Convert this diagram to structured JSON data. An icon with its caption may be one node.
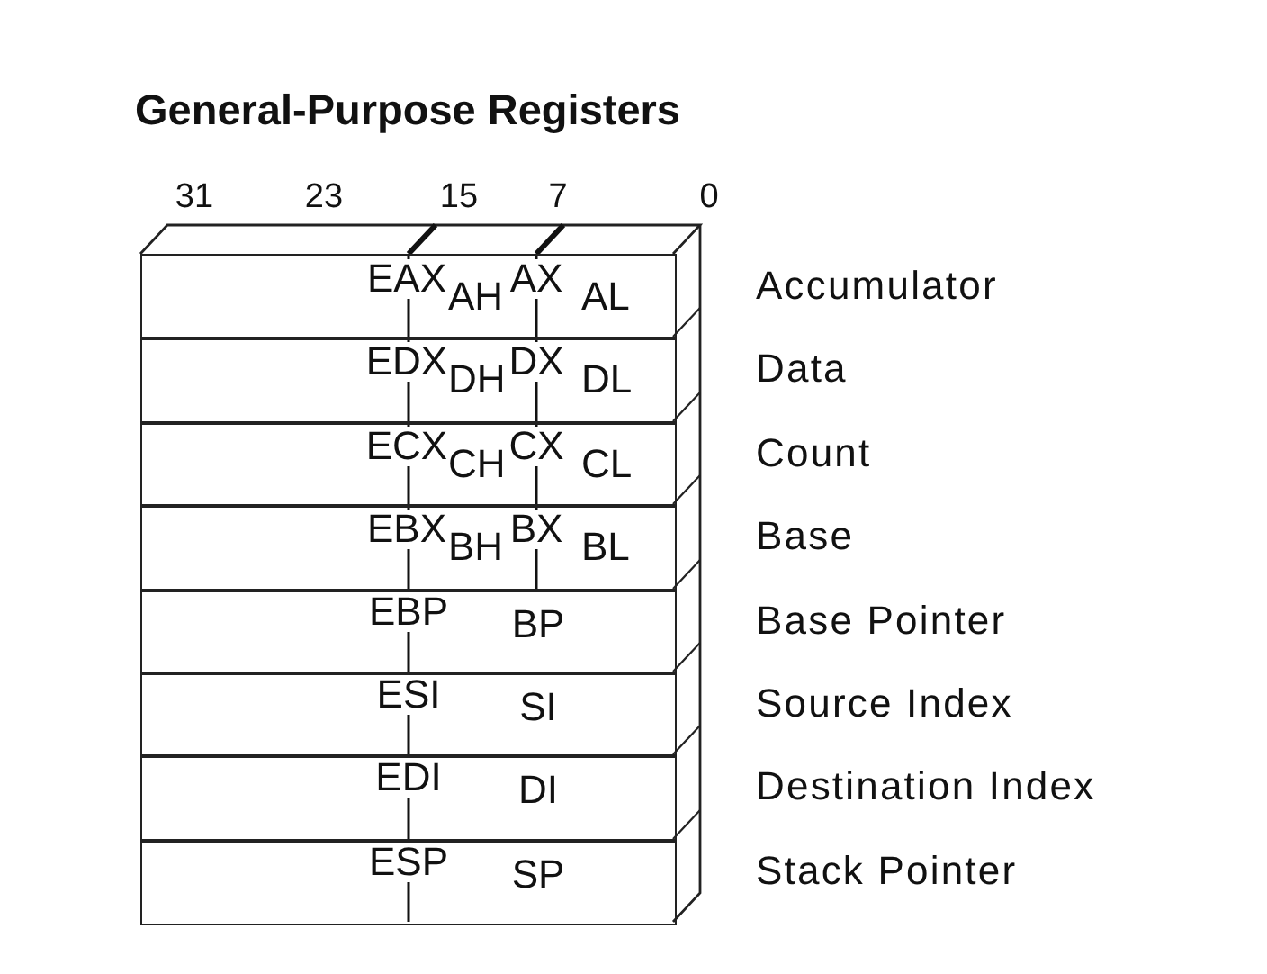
{
  "diagram": {
    "title": "General-Purpose Registers",
    "nodes": [
      {
        "text": [
          "EAX",
          "AH",
          "AX",
          "AL"
        ],
        "beside": [
          "Accumulator"
        ]
      },
      {
        "text": [
          "EDX",
          "DH",
          "DX",
          "DL"
        ],
        "beside": [
          "Data"
        ]
      },
      {
        "text": [
          "ECX",
          "CH",
          "CX",
          "CL"
        ],
        "beside": [
          "Count"
        ]
      },
      {
        "text": [
          "EBX",
          "BH",
          "BX",
          "BL"
        ],
        "beside": [
          "Base"
        ]
      },
      {
        "text": [
          "EBP",
          "BP"
        ],
        "beside": [
          "Base Pointer"
        ]
      },
      {
        "text": [
          "ESI",
          "SI"
        ],
        "beside": [
          "Source Index"
        ]
      },
      {
        "text": [
          "EDI",
          "DI"
        ],
        "beside": [
          "Destination Index"
        ]
      },
      {
        "text": [
          "ESP",
          "SP"
        ],
        "beside": [
          "Stack Pointer"
        ]
      }
    ],
    "labels": [
      "31",
      "23",
      "15",
      "7",
      "0"
    ]
  }
}
